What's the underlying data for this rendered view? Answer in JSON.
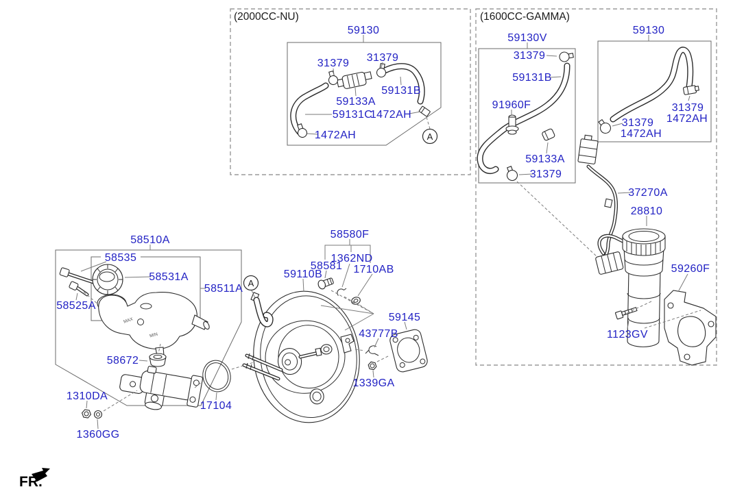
{
  "colors": {
    "label": "#2222c4",
    "line": "#2b2b2b",
    "leader": "#7a7a7a",
    "box_border": "#9a9a9a"
  },
  "front_marker": {
    "label": "FR."
  },
  "sections": {
    "nu2000": {
      "title": "(2000CC-NU)",
      "view_ref": "A",
      "callouts": [
        "59130",
        "31379",
        "31379",
        "59131B",
        "59133A",
        "59131C",
        "1472AH",
        "1472AH"
      ]
    },
    "gamma1600": {
      "title": "(1600CC-GAMMA)",
      "vacuum_hose_v": {
        "callouts": [
          "59130V",
          "31379",
          "59131B",
          "91960F",
          "59133A",
          "31379"
        ]
      },
      "vacuum_hose": {
        "callouts": [
          "59130",
          "31379",
          "1472AH",
          "31379",
          "1472AH"
        ]
      },
      "vacuum_pump": {
        "callouts": [
          "37270A",
          "28810",
          "59260F",
          "1123GV"
        ]
      }
    },
    "master_cylinder": {
      "callouts": [
        "58510A",
        "58535",
        "58531A",
        "58511A",
        "58525A",
        "58672",
        "1310DA",
        "1360GG",
        "17104"
      ],
      "reservoir_markings": [
        "MAX",
        "MIN"
      ]
    },
    "booster": {
      "view_ref": "A",
      "callouts": [
        "59110B",
        "58580F",
        "58581",
        "1362ND",
        "1710AB",
        "59145",
        "43777B",
        "1339GA"
      ]
    }
  }
}
